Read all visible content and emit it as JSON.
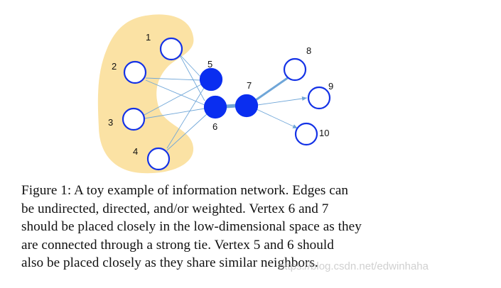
{
  "figure": {
    "colors": {
      "blob": "#fbe2a4",
      "node_stroke": "#1432e6",
      "node_filled": "#0a2ef0",
      "edge": "#6fa6d8"
    },
    "nodes": {
      "n1": "1",
      "n2": "2",
      "n3": "3",
      "n4": "4",
      "n5": "5",
      "n6": "6",
      "n7": "7",
      "n8": "8",
      "n9": "9",
      "n10": "10"
    }
  },
  "caption": {
    "lines": [
      "Figure 1: A toy example of information network. Edges can",
      "be undirected, directed, and/or weighted.  Vertex 6 and 7",
      "should be placed closely in the low-dimensional space as they",
      "are connected through a strong tie. Vertex 5 and 6 should",
      "also be placed closely as they share similar neighbors."
    ]
  },
  "watermark": "https://blog.csdn.net/edwinhaha"
}
